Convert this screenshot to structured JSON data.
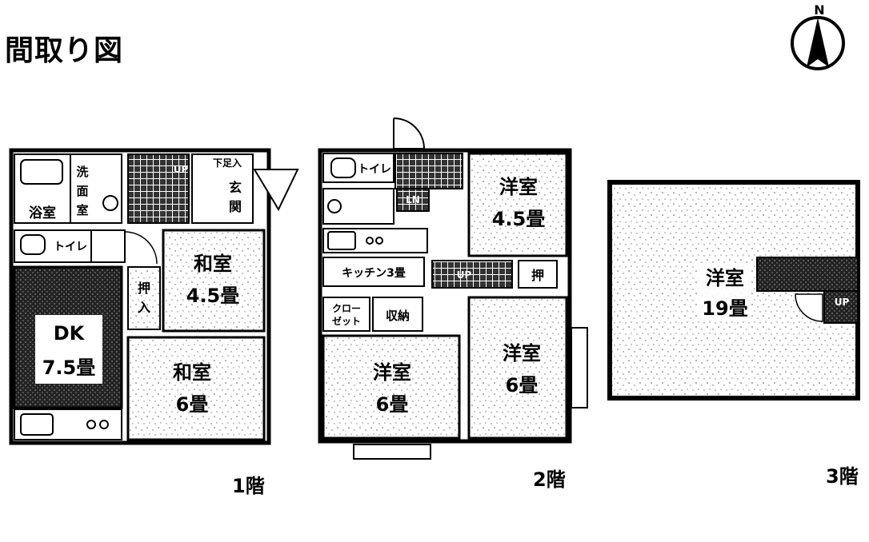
{
  "title": "間取り図",
  "compass": {
    "label": "N"
  },
  "floors": {
    "f1": {
      "label": "1階",
      "rooms": {
        "bath": "浴室",
        "washroom_line1": "洗",
        "washroom_line2": "面",
        "washroom_line3": "室",
        "toilet": "トイレ",
        "shoebox": "下足入",
        "entrance_line1": "玄",
        "entrance_line2": "関",
        "stairs_up": "UP",
        "closet_line1": "押",
        "closet_line2": "入",
        "washitsu_small_name": "和室",
        "washitsu_small_size": "4.5畳",
        "dk_name": "DK",
        "dk_size": "7.5畳",
        "washitsu_large_name": "和室",
        "washitsu_large_size": "6畳"
      }
    },
    "f2": {
      "label": "2階",
      "rooms": {
        "toilet": "トイレ",
        "ln": "LN",
        "youshitsu_small_name": "洋室",
        "youshitsu_small_size": "4.5畳",
        "kitchen": "キッチン3畳",
        "stairs_up": "UP",
        "oshi": "押",
        "closet_line1": "クロー",
        "closet_line2": "ゼット",
        "storage": "収納",
        "youshitsu_left_name": "洋室",
        "youshitsu_left_size": "6畳",
        "youshitsu_right_name": "洋室",
        "youshitsu_right_size": "6畳"
      }
    },
    "f3": {
      "label": "3階",
      "rooms": {
        "youshitsu_name": "洋室",
        "youshitsu_size": "19畳",
        "stairs_up": "UP"
      }
    }
  }
}
